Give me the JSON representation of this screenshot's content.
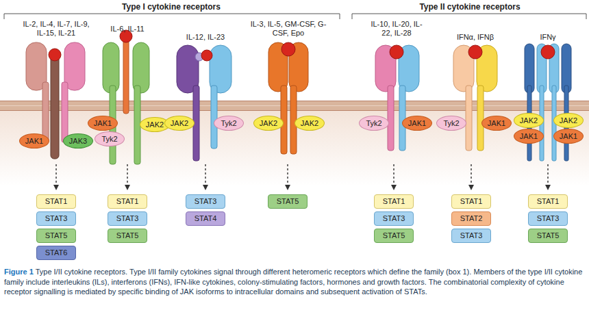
{
  "diagram": {
    "caption": "Type I/II cytokine receptors. Type I/II family cytokines signal through different heteromeric receptors which define the family (box 1). Members of the type I/II cytokine family include interleukins (ILs), interferons (IFNs), IFN-like cytokines, colony-stimulating factors, hormones and growth factors. The combinatorial complexity of cytokine receptor signalling is mediated by specific binding of JAK isoforms to intracellular domains and subsequent activation of STATs.",
    "nodes": [
      {
        "text": [
          "JAK1"
        ]
      },
      {
        "text": [
          "JAK3"
        ]
      },
      {
        "text": [
          "STAT1"
        ]
      },
      {
        "text": [
          "STAT3"
        ]
      },
      {
        "text": [
          "STAT5"
        ]
      },
      {
        "text": [
          "STAT6"
        ]
      },
      {
        "text": [
          "JAK1"
        ]
      },
      {
        "text": [
          "Tyk2"
        ]
      },
      {
        "text": [
          "JAK2"
        ]
      },
      {
        "text": [
          "STAT1"
        ]
      },
      {
        "text": [
          "STAT3"
        ]
      },
      {
        "text": [
          "STAT5"
        ]
      },
      {
        "text": [
          "JAK2"
        ]
      },
      {
        "text": [
          "Tyk2"
        ]
      },
      {
        "text": [
          "STAT3"
        ]
      },
      {
        "text": [
          "STAT4"
        ]
      },
      {
        "text": [
          "JAK2"
        ]
      },
      {
        "text": [
          "JAK2"
        ]
      },
      {
        "text": [
          "STAT5"
        ]
      },
      {
        "text": [
          "Tyk2"
        ]
      },
      {
        "text": [
          "JAK1"
        ]
      },
      {
        "text": [
          "STAT1"
        ]
      },
      {
        "text": [
          "STAT3"
        ]
      },
      {
        "text": [
          "STAT5"
        ]
      },
      {
        "text": [
          "Tyk2"
        ]
      },
      {
        "text": [
          "JAK1"
        ]
      },
      {
        "text": [
          "STAT1"
        ]
      },
      {
        "text": [
          "STAT2"
        ]
      },
      {
        "text": [
          "STAT3"
        ]
      },
      {
        "text": [
          "JAK2"
        ]
      },
      {
        "text": [
          "JAK2"
        ]
      },
      {
        "text": [
          "JAK1"
        ]
      },
      {
        "text": [
          "JAK1"
        ]
      },
      {
        "text": [
          "STAT1"
        ]
      },
      {
        "text": [
          "STAT3"
        ]
      },
      {
        "text": [
          "STAT5"
        ]
      }
    ],
    "labels": [
      "Type I cytokine receptors",
      "Type II cytokine receptors",
      "IL-2, IL-4, IL-7, IL-9, IL-15, IL-21",
      "IL-6, IL-11",
      "IL-12, IL-23",
      "IL-3, IL-5, GM-CSF, G-CSF, Epo",
      "IL-10, IL-20, IL-22, IL-28",
      "IFNα, IFNβ",
      "IFNγ",
      "Figure 1"
    ]
  }
}
